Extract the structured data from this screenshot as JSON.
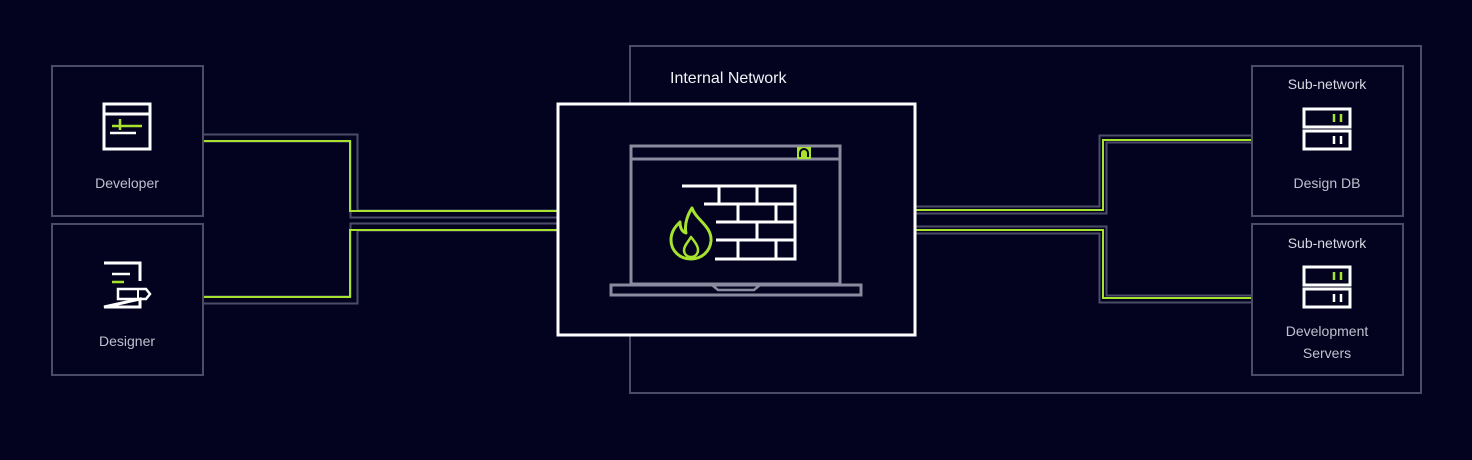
{
  "internal_network": {
    "label": "Internal Network"
  },
  "sources": [
    {
      "label": "Developer",
      "icon": "code-window-icon"
    },
    {
      "label": "Designer",
      "icon": "document-pen-icon"
    }
  ],
  "firewall": {
    "icon": "firewall-flame-icon"
  },
  "destinations": [
    {
      "group": "Sub-network",
      "lines": [
        "Design DB"
      ],
      "icon": "server-icon"
    },
    {
      "group": "Sub-network",
      "lines": [
        "Development",
        "Servers"
      ],
      "icon": "server-icon"
    }
  ],
  "colors": {
    "background": "#03031f",
    "box_border": "#4b4d68",
    "accent": "#a6e22e",
    "white": "#ffffff"
  }
}
